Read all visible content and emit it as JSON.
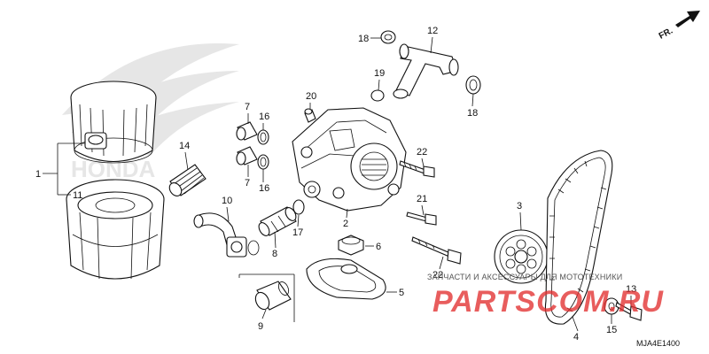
{
  "direction": {
    "label": "FR."
  },
  "callouts": {
    "c1": "1",
    "c2": "2",
    "c3": "3",
    "c4": "4",
    "c5": "5",
    "c6": "6",
    "c7a": "7",
    "c7b": "7",
    "c8": "8",
    "c9": "9",
    "c10": "10",
    "c11": "11",
    "c12": "12",
    "c13": "13",
    "c14": "14",
    "c15": "15",
    "c16a": "16",
    "c16b": "16",
    "c17": "17",
    "c18a": "18",
    "c18b": "18",
    "c19": "19",
    "c20": "20",
    "c21": "21",
    "c22a": "22",
    "c22b": "22"
  },
  "diagram_code": "MJA4E1400",
  "watermark": {
    "top_text": "ЗАПЧАСТИ И АКСЕССУАРЫ ДЛЯ МОТОТЕХНИКИ",
    "brand": "PARTSCOM.RU"
  },
  "colors": {
    "watermark_red": "#e23030",
    "line": "#111111"
  }
}
